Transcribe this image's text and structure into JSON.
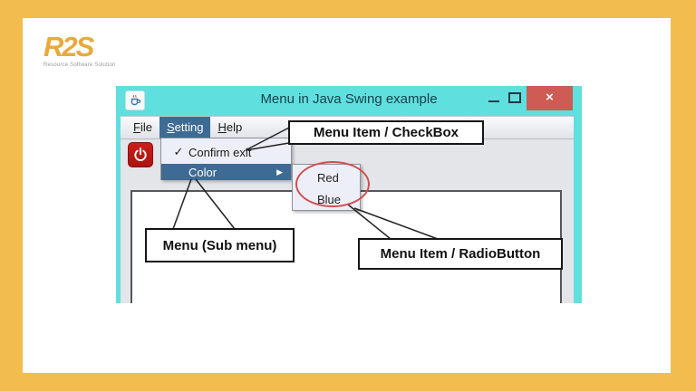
{
  "brand": {
    "logo_text": "R2S",
    "tagline": "Resource Software Solution"
  },
  "window": {
    "title": "Menu in Java Swing example",
    "controls": {
      "close_glyph": "×"
    },
    "menubar": [
      {
        "label": "File"
      },
      {
        "label": "Setting"
      },
      {
        "label": "Help"
      }
    ],
    "dropdown": {
      "check_glyph": "✓",
      "submenu_arrow_glyph": "▶",
      "items": [
        {
          "label": "Confirm exit"
        },
        {
          "label": "Color"
        }
      ]
    },
    "submenu": [
      {
        "label": "Red"
      },
      {
        "label": "Blue"
      }
    ]
  },
  "annotations": {
    "checkbox": "Menu Item / CheckBox",
    "submenu": "Menu (Sub menu)",
    "radiobutton": "Menu Item / RadioButton"
  },
  "colors": {
    "frame_orange": "#F2BD4E",
    "titlebar_cyan": "#5FDFDE",
    "close_red": "#CE5B54",
    "menu_highlight_blue": "#3E6B93",
    "annotation_red": "#D04F4F",
    "logo_orange": "#E9A93C",
    "power_red": "#CC1F1A"
  }
}
